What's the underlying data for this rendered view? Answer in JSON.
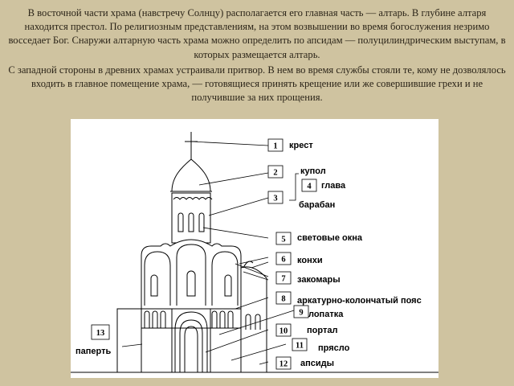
{
  "text": {
    "paragraph1": "В восточной части храма (навстречу Солнцу) располагается его главная часть — алтарь. В глубине алтаря находится престол. По религиозным представлениям, на этом возвышении во время богослужения незримо восседает Бог. Снаружи алтарную часть храма можно определить по апсидам — полуцилиндрическим выступам, в которых размещается алтарь.",
    "paragraph2": "С западной стороны в древних храмах устраивали притвор. В нем во время службы стояли те, кому не дозволялось входить в главное помещение храма, — готовящиеся принять крещение или же совершившие грехи и не получившие за них прощения."
  },
  "diagram": {
    "labels": [
      {
        "num": "1",
        "text": "крест"
      },
      {
        "num": "2",
        "text": "купол"
      },
      {
        "num": "3",
        "text": "барабан"
      },
      {
        "num": "4",
        "text": "глава"
      },
      {
        "num": "5",
        "text": "световые окна"
      },
      {
        "num": "6",
        "text": "конхи"
      },
      {
        "num": "7",
        "text": "закомары"
      },
      {
        "num": "8",
        "text": "аркатурно-колончатый пояс"
      },
      {
        "num": "9",
        "text": "лопатка"
      },
      {
        "num": "10",
        "text": "портал"
      },
      {
        "num": "11",
        "text": "прясло"
      },
      {
        "num": "12",
        "text": "апсиды"
      },
      {
        "num": "13",
        "text": "паперть"
      }
    ]
  }
}
